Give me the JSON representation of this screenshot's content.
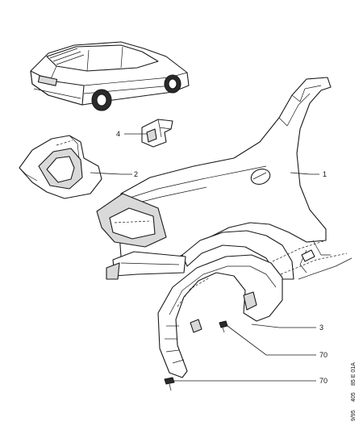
{
  "callouts": {
    "c1": "1",
    "c2": "2",
    "c3": "3",
    "c4": "4",
    "c70a": "70",
    "c70b": "70"
  },
  "reference": {
    "date": "9/95",
    "model": "405",
    "code": "85 E 01A"
  }
}
